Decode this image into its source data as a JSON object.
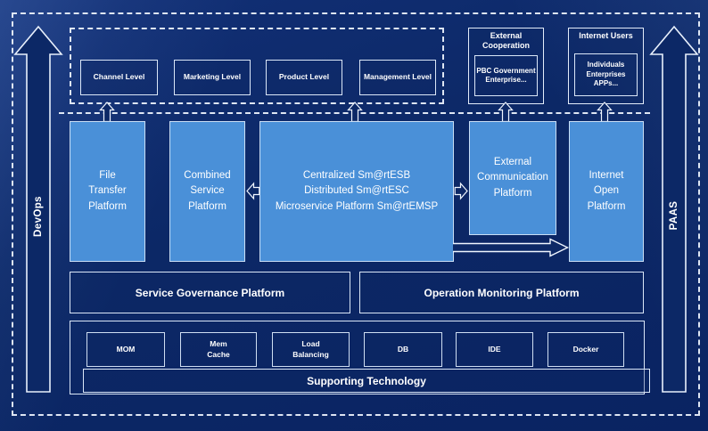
{
  "rails": {
    "devops": "DevOps",
    "paas": "PAAS"
  },
  "top_row": {
    "levels": [
      {
        "label": "Channel Level"
      },
      {
        "label": "Marketing Level"
      },
      {
        "label": "Product Level"
      },
      {
        "label": "Management Level"
      }
    ],
    "external_cooperation": {
      "title": "External\nCooperation",
      "body": "PBC Government\nEnterprise..."
    },
    "internet_users": {
      "title": "Internet Users",
      "body": "Individuals\nEnterprises\nAPPs..."
    }
  },
  "platforms": {
    "file_transfer": "File\nTransfer\nPlatform",
    "combined_service": "Combined\nService\nPlatform",
    "central": "Centralized Sm@rtESB\nDistributed Sm@rtESC\nMicroservice Platform Sm@rtEMSP",
    "external_communication": "External\nCommunication\nPlatform",
    "internet_open": "Internet\nOpen\nPlatform"
  },
  "middle_row": {
    "service_governance": "Service Governance Platform",
    "operation_monitoring": "Operation Monitoring Platform"
  },
  "supporting": {
    "items": [
      {
        "label": "MOM"
      },
      {
        "label": "Mem\nCache"
      },
      {
        "label": "Load\nBalancing"
      },
      {
        "label": "DB"
      },
      {
        "label": "IDE"
      },
      {
        "label": "Docker"
      }
    ],
    "bar_label": "Supporting Technology"
  },
  "colors": {
    "background": "#0c2866",
    "platform_fill": "#4a90d8",
    "platform_border": "#c9def5",
    "line": "#f0f6ff"
  }
}
